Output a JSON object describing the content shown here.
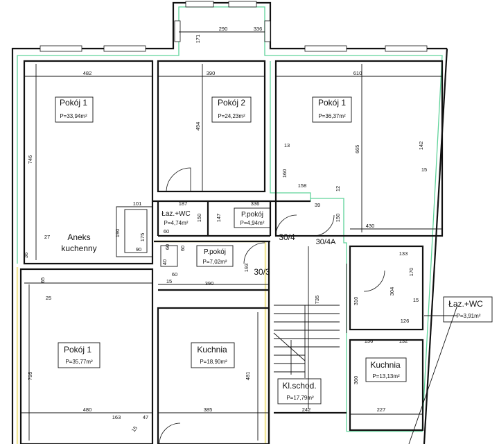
{
  "rooms": {
    "pokoj1_left": {
      "name": "Pokój 1",
      "area": "P=33,94m²"
    },
    "pokoj2": {
      "name": "Pokój 2",
      "area": "P=24,23m²"
    },
    "pokoj1_right": {
      "name": "Pokój 1",
      "area": "P=36,37m²"
    },
    "aneks": {
      "line1": "Aneks",
      "line2": "kuchenny"
    },
    "lazienka1": {
      "name": "Łaz.+WC",
      "area": "P=4,74m²"
    },
    "ppokoj1": {
      "name": "P.pokój",
      "area": "P=4,94m²"
    },
    "ppokoj2": {
      "name": "P.pokój",
      "area": "P=7,02m²"
    },
    "lazienka2": {
      "name": "Łaz.+WC",
      "area": "P=3,91m²"
    },
    "pokoj1_bottom": {
      "name": "Pokój 1",
      "area": "P=35,77m²"
    },
    "kuchnia1": {
      "name": "Kuchnia",
      "area": "P=18,90m²"
    },
    "klatka": {
      "name": "Kl.schod.",
      "area": "P=17,79m²"
    },
    "kuchnia2": {
      "name": "Kuchnia",
      "area": "P=13,13m²"
    }
  },
  "units": {
    "u30_4": "30/4",
    "u30_4a": "30/4A",
    "u30_3": "30/3"
  },
  "dimensions": {
    "d290": "290",
    "d171": "171",
    "d336": "336",
    "d482": "482",
    "d390a": "390",
    "d610": "610",
    "d746": "746",
    "d494": "494",
    "d665": "665",
    "d142": "142",
    "d15a": "15",
    "d13": "13",
    "d160": "160",
    "d158": "158",
    "d12": "12",
    "d101": "101",
    "d187": "187",
    "d336b": "336",
    "d39": "39",
    "d150a": "150",
    "d147": "147",
    "d150b": "150",
    "d430": "430",
    "d190": "190",
    "d175": "175",
    "d27": "27",
    "d36": "36",
    "d90": "90",
    "d60a": "60",
    "d60b": "60",
    "d60c": "60",
    "d40": "40",
    "d60d": "60",
    "d15b": "15",
    "d193": "193",
    "d390b": "390",
    "d65": "65",
    "d25": "25",
    "d133": "133",
    "d170": "170",
    "d304": "304",
    "d15c": "15",
    "d310": "310",
    "d126": "126",
    "d735": "735",
    "d136": "136",
    "d132": "132",
    "d795": "795",
    "d481": "481",
    "d360": "360",
    "d480": "480",
    "d385": "385",
    "d242": "242",
    "d227": "227",
    "d163": "163",
    "d47": "47",
    "d15d": "15"
  }
}
